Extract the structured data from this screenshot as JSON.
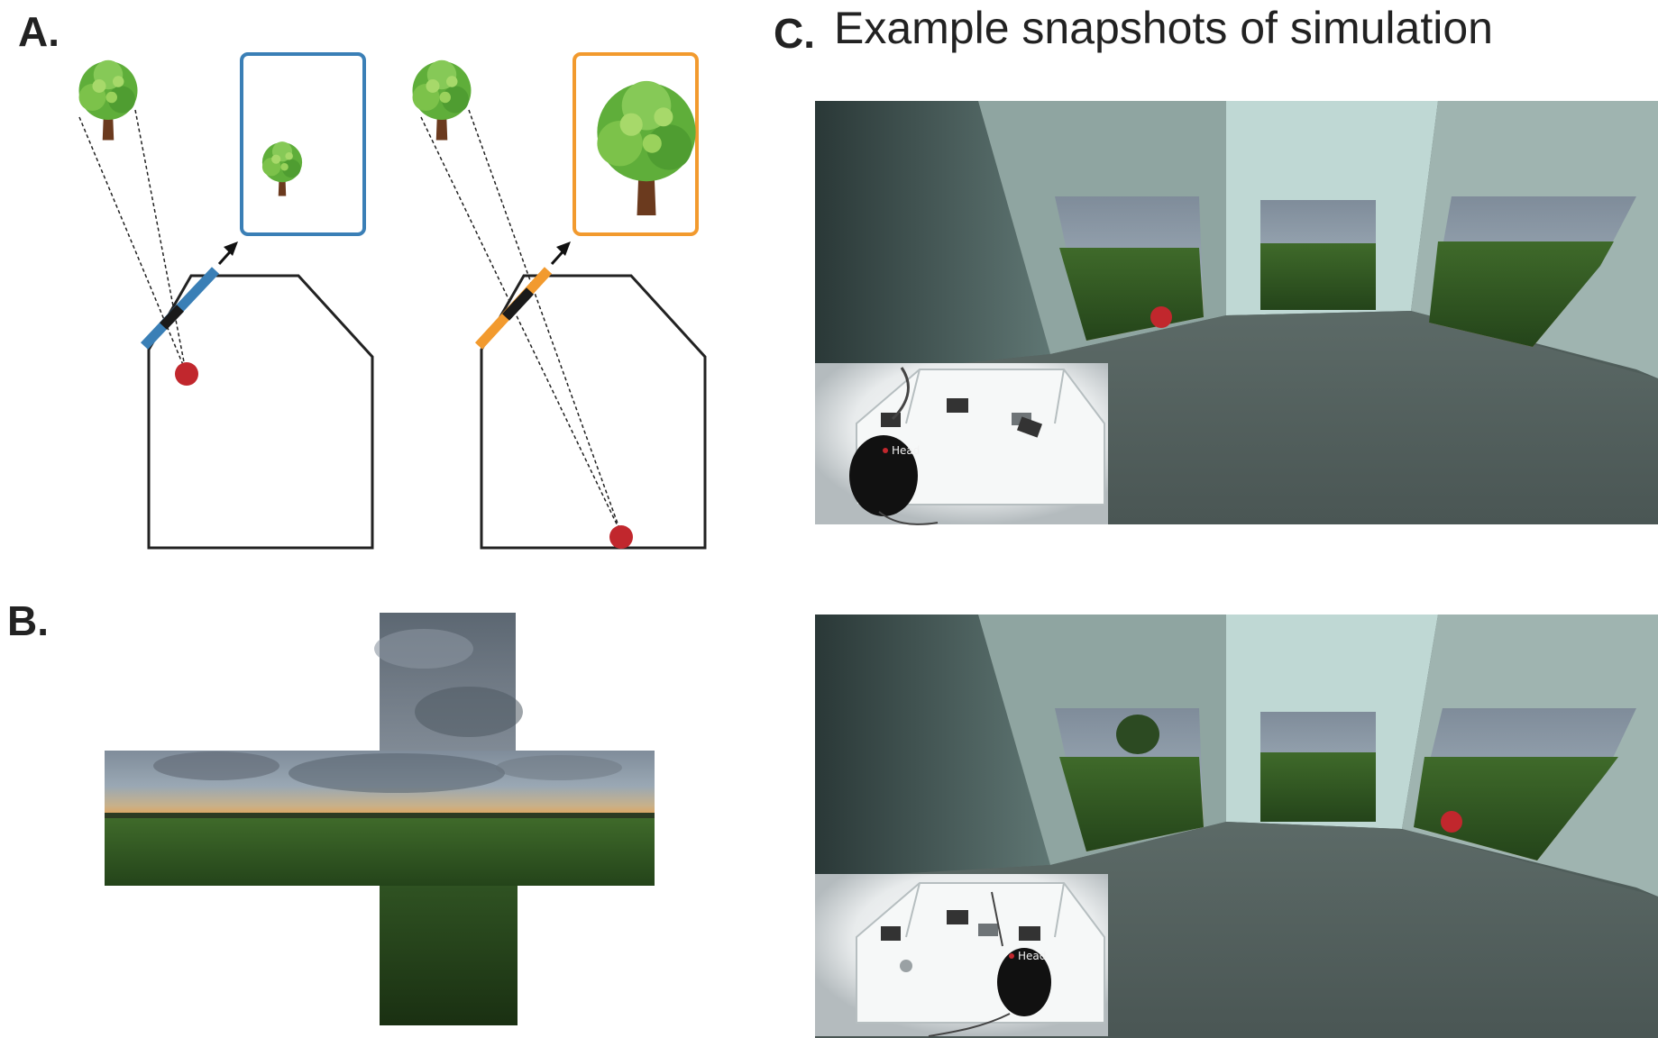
{
  "panels": {
    "a": {
      "label": "A."
    },
    "b": {
      "label": "B."
    },
    "c": {
      "label": "C.",
      "title": "Example snapshots of simulation",
      "snapshots": [
        {
          "inset_tag": "Head"
        },
        {
          "inset_tag": "Head"
        }
      ]
    }
  },
  "colors": {
    "screen_near": "#3a7fb6",
    "screen_far": "#f29a2e",
    "mouse_marker": "#c1272d",
    "tree_foliage": "#5fae3a",
    "tree_trunk": "#6b3a1e",
    "arena_outline": "#222222"
  },
  "icons": [
    "tree-icon",
    "arrow-icon",
    "position-marker"
  ]
}
